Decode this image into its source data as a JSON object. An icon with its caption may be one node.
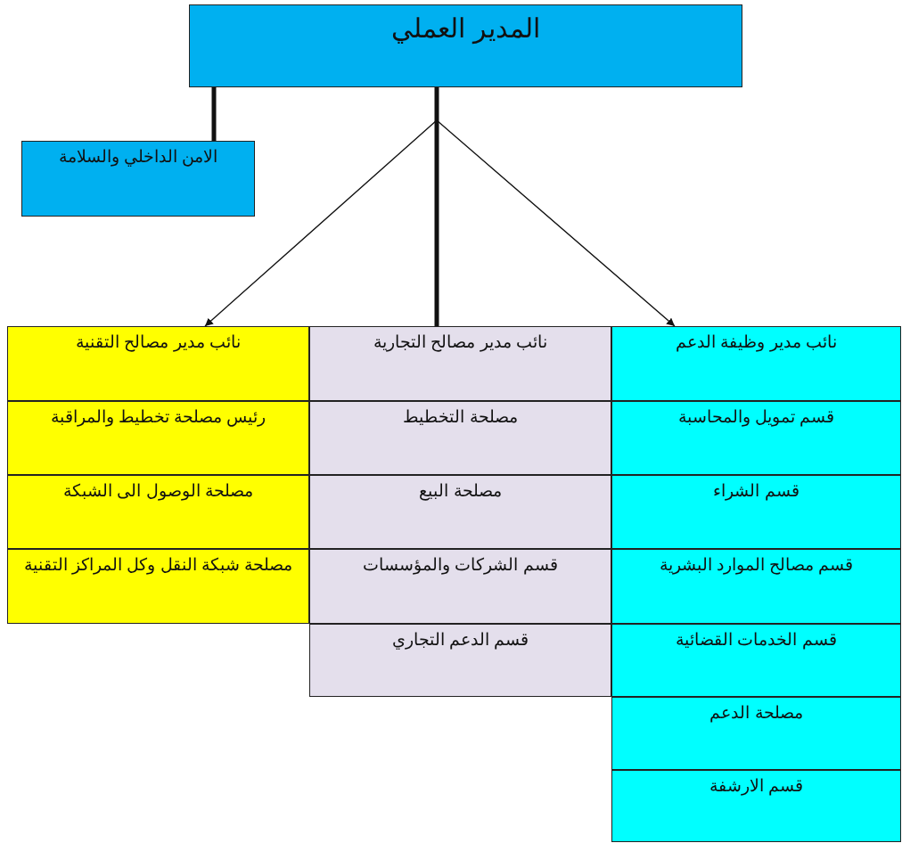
{
  "diagram": {
    "nodes": [
      {
        "text": [
          "المدير العملي"
        ]
      },
      {
        "text": [
          "الامن الداخلي والسلامة"
        ]
      },
      {
        "text": [
          "نائب مدير مصالح التقنية"
        ]
      },
      {
        "text": [
          "رئيس مصلحة تخطيط والمراقبة"
        ]
      },
      {
        "text": [
          "مصلحة الوصول الى الشبكة"
        ]
      },
      {
        "text": [
          "مصلحة شبكة النقل وكل المراكز التقنية"
        ]
      },
      {
        "text": [
          "نائب مدير مصالح التجارية"
        ]
      },
      {
        "text": [
          "مصلحة التخطيط"
        ]
      },
      {
        "text": [
          "مصلحة البيع"
        ]
      },
      {
        "text": [
          "قسم الشركات والمؤسسات"
        ]
      },
      {
        "text": [
          "قسم الدعم التجاري"
        ]
      },
      {
        "text": [
          "نائب مدير وظيفة الدعم"
        ]
      },
      {
        "text": [
          "قسم تمويل والمحاسبة"
        ]
      },
      {
        "text": [
          "قسم الشراء"
        ]
      },
      {
        "text": [
          "قسم مصالح الموارد البشرية"
        ]
      },
      {
        "text": [
          "قسم الخدمات القضائية"
        ]
      },
      {
        "text": [
          "مصلحة الدعم"
        ]
      },
      {
        "text": [
          "قسم الارشفة"
        ]
      }
    ],
    "edges": [
      {
        "from": 0,
        "to": 1,
        "arrow": "none",
        "style": "thick"
      },
      {
        "from": 0,
        "to": 2,
        "arrow": "to"
      },
      {
        "from": 0,
        "to": 6,
        "arrow": "none",
        "style": "thick"
      },
      {
        "from": 0,
        "to": 11,
        "arrow": "to"
      }
    ]
  }
}
